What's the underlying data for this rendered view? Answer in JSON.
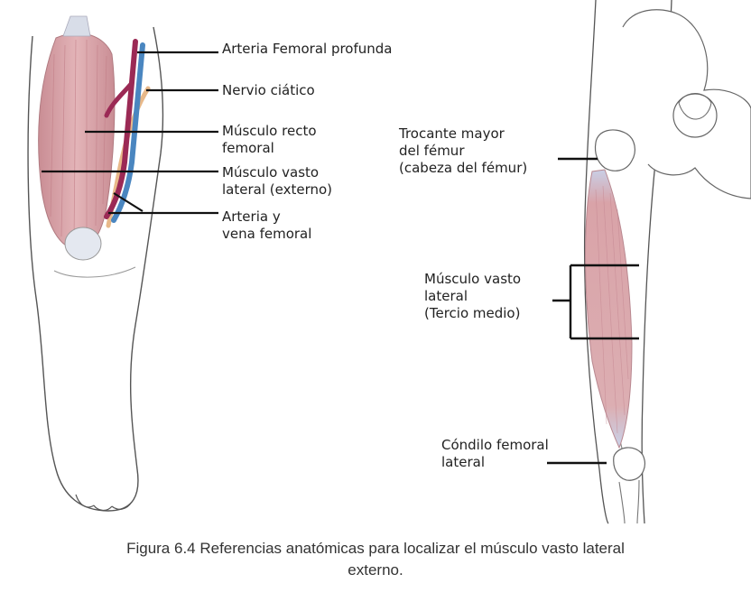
{
  "labels": {
    "arteria_femoral_profunda": "Arteria Femoral profunda",
    "nervio_ciatico": "Nervio ciático",
    "musculo_recto_femoral": "Músculo recto\nfemoral",
    "musculo_vasto_lateral_externo": "Músculo vasto\nlateral (externo)",
    "arteria_vena_femoral": "Arteria y\nvena femoral",
    "trocante_mayor": "Trocante mayor\ndel fémur\n(cabeza del fémur)",
    "musculo_vasto_lateral_tercio": "Músculo vasto\nlateral\n(Tercio medio)",
    "condilo_femoral_lateral": "Cóndilo femoral\nlateral"
  },
  "caption": {
    "line1": "Figura 6.4 Referencias anatómicas para localizar el músculo vasto lateral",
    "line2": "externo."
  },
  "colors": {
    "muscle": "#d9a3a8",
    "artery": "#9b2a55",
    "vein": "#4a86c0",
    "nerve": "#e8b98a",
    "outline": "#555555",
    "leader": "#111111"
  }
}
